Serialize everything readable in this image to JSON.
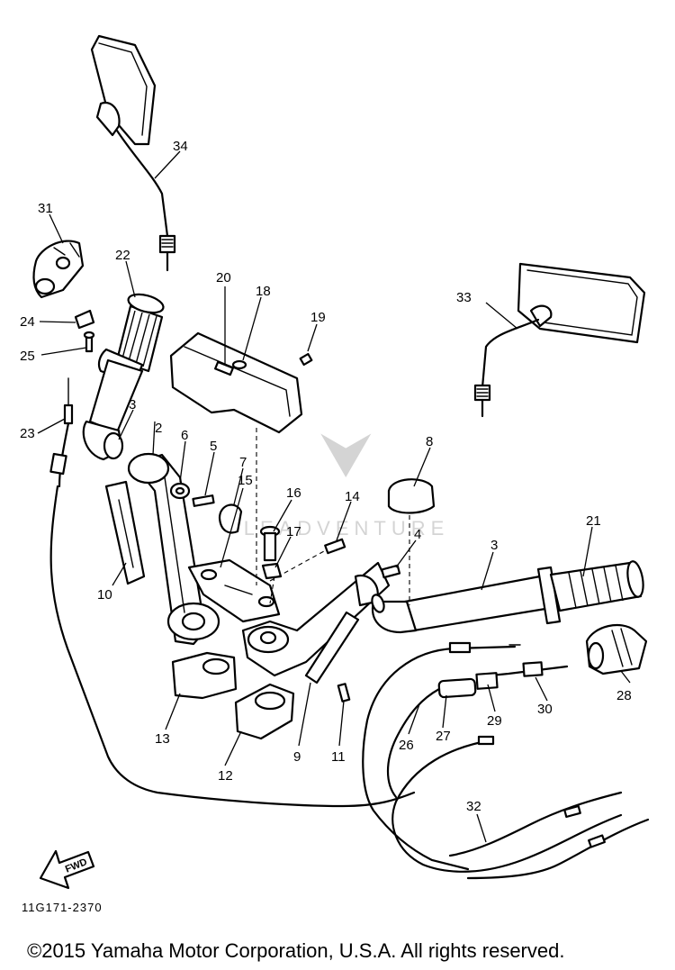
{
  "diagram": {
    "parts": [
      {
        "number": "2"
      },
      {
        "number": "3"
      },
      {
        "number": "3"
      },
      {
        "number": "4"
      },
      {
        "number": "5"
      },
      {
        "number": "6"
      },
      {
        "number": "7"
      },
      {
        "number": "8"
      },
      {
        "number": "9"
      },
      {
        "number": "10"
      },
      {
        "number": "11"
      },
      {
        "number": "12"
      },
      {
        "number": "13"
      },
      {
        "number": "14"
      },
      {
        "number": "15"
      },
      {
        "number": "16"
      },
      {
        "number": "17"
      },
      {
        "number": "18"
      },
      {
        "number": "19"
      },
      {
        "number": "20"
      },
      {
        "number": "21"
      },
      {
        "number": "22"
      },
      {
        "number": "23"
      },
      {
        "number": "24"
      },
      {
        "number": "25"
      },
      {
        "number": "26"
      },
      {
        "number": "27"
      },
      {
        "number": "28"
      },
      {
        "number": "29"
      },
      {
        "number": "30"
      },
      {
        "number": "31"
      },
      {
        "number": "32"
      },
      {
        "number": "33"
      },
      {
        "number": "34"
      }
    ],
    "fwd_label": "FWD",
    "code": "11G171-2370"
  },
  "watermark": {
    "text": "LEADVENTURE"
  },
  "footer": {
    "copyright": "©2015 Yamaha Motor Corporation, U.S.A. All rights reserved."
  }
}
